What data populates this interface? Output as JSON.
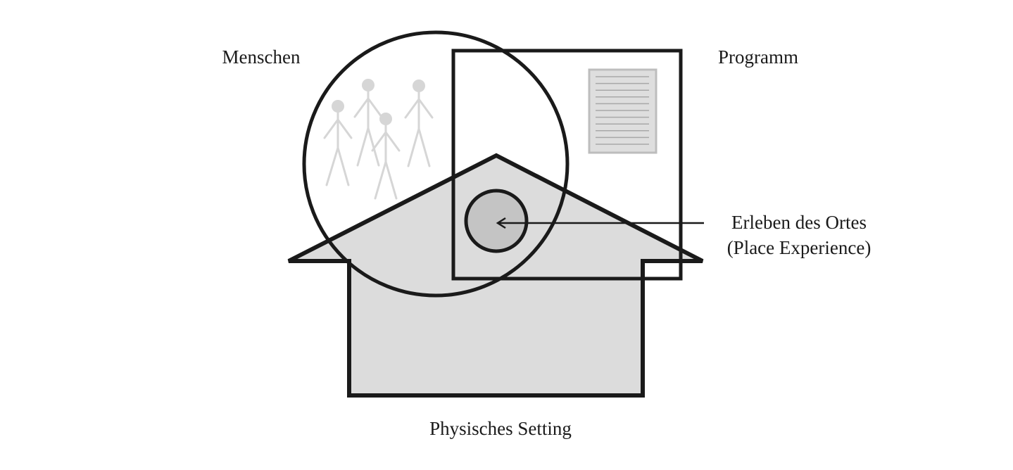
{
  "labels": {
    "people": "Menschen",
    "program": "Programm",
    "place_experience_line1": "Erleben des Ortes",
    "place_experience_line2": "(Place Experience)",
    "physical_setting": "Physisches Setting"
  },
  "colors": {
    "outline": "#1a1a1a",
    "house_fill": "#dcdcdc",
    "center_fill": "#c4c4c4",
    "figure_stroke": "#d6d6d6",
    "document_fill": "#dedede",
    "document_border": "#bdbdbd",
    "document_lines": "#a8a8a8",
    "background": "#ffffff"
  },
  "icons": {
    "people": "stick-figures-icon",
    "program": "document-icon",
    "physical_setting": "house-icon",
    "place_experience": "filled-circle-icon"
  }
}
